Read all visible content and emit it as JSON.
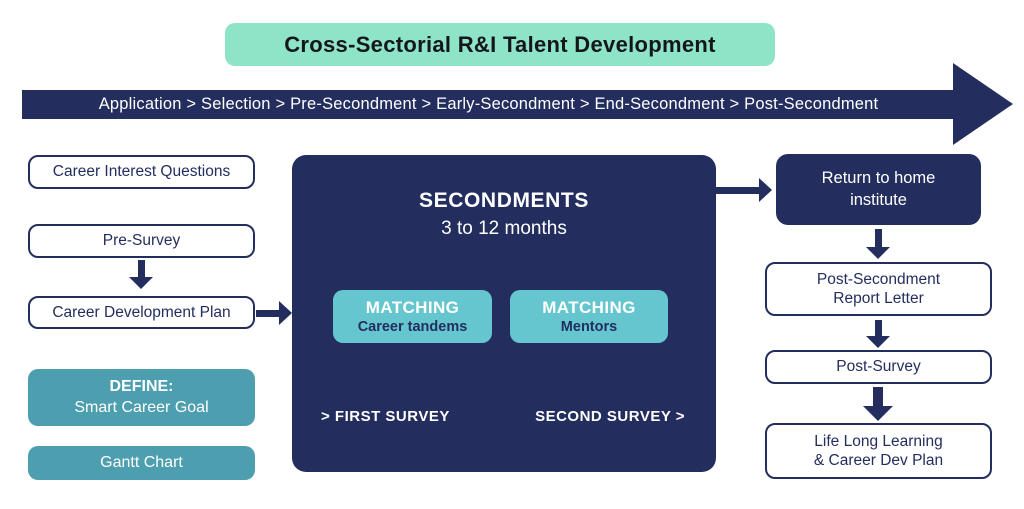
{
  "colors": {
    "navy": "#232e5e",
    "mint": "#8ee4c6",
    "teal": "#4d9fb0",
    "light_teal": "#65c6d0",
    "white": "#ffffff"
  },
  "title": "Cross-Sectorial R&I Talent Development",
  "banner": {
    "text": "Application > Selection > Pre-Secondment > Early-Secondment > End-Secondment > Post-Secondment"
  },
  "left_column": {
    "career_interest_questions": "Career Interest Questions",
    "pre_survey": "Pre-Survey",
    "career_development_plan": "Career Development Plan",
    "define_title": "DEFINE:",
    "define_subtitle": "Smart Career Goal",
    "gantt_chart": "Gantt Chart"
  },
  "center": {
    "title": "SECONDMENTS",
    "subtitle": "3 to 12 months",
    "matching_tandems": {
      "title": "MATCHING",
      "subtitle": "Career tandems"
    },
    "matching_mentors": {
      "title": "MATCHING",
      "subtitle": "Mentors"
    },
    "first_survey": "> FIRST SURVEY",
    "second_survey": "SECOND SURVEY >"
  },
  "right_column": {
    "return_home_line1": "Return to home",
    "return_home_line2": "institute",
    "report_letter_line1": "Post-Secondment",
    "report_letter_line2": "Report Letter",
    "post_survey": "Post-Survey",
    "lifelong_line1": "Life Long Learning",
    "lifelong_line2": "& Career Dev Plan"
  }
}
